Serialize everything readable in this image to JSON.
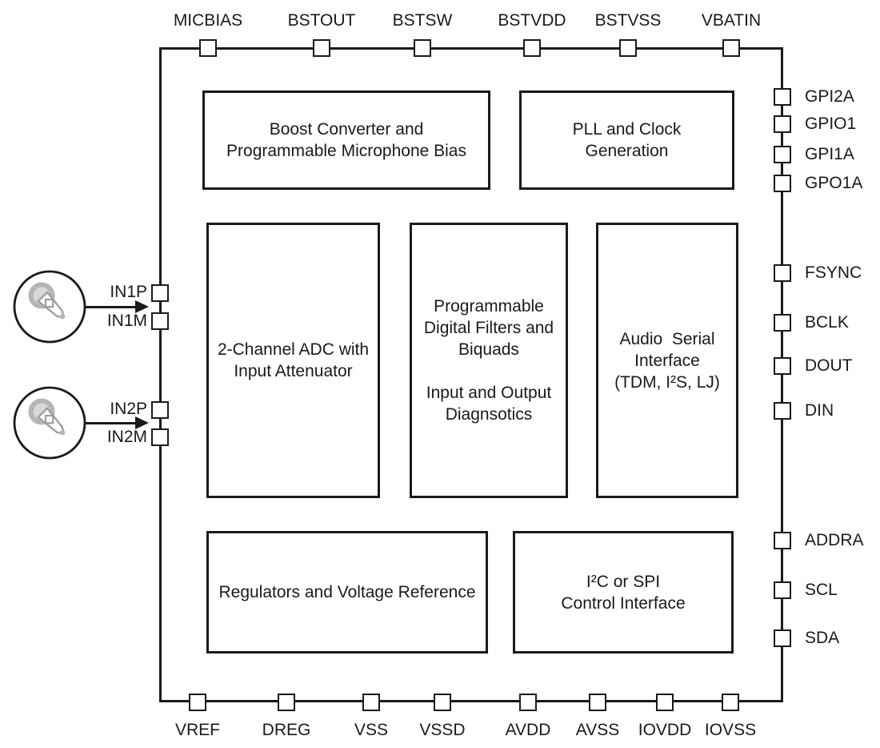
{
  "diagram_type": "functional-block-diagram",
  "pins_top": [
    "MICBIAS",
    "BSTOUT",
    "BSTSW",
    "BSTVDD",
    "BSTVSS",
    "VBATIN"
  ],
  "pins_right": [
    "GPI2A",
    "GPIO1",
    "GPI1A",
    "GPO1A",
    "FSYNC",
    "BCLK",
    "DOUT",
    "DIN",
    "ADDRA",
    "SCL",
    "SDA"
  ],
  "pins_bottom": [
    "VREF",
    "DREG",
    "VSS",
    "VSSD",
    "AVDD",
    "AVSS",
    "IOVDD",
    "IOVSS"
  ],
  "pins_left": [
    "IN1P",
    "IN1M",
    "IN2P",
    "IN2M"
  ],
  "blocks": {
    "boost": {
      "lines": [
        "Boost Converter and",
        "Programmable Microphone Bias"
      ]
    },
    "pll": {
      "lines": [
        "PLL and Clock",
        "Generation"
      ]
    },
    "adc": {
      "lines": [
        "2-Channel ADC with",
        "Input Attenuator"
      ]
    },
    "filters": {
      "lines": [
        "Programmable",
        "Digital Filters and",
        "Biquads",
        "",
        "Input and Output",
        "Diagnsotics"
      ]
    },
    "audio": {
      "lines": [
        "Audio  Serial",
        "Interface",
        "(TDM, I²S, LJ)"
      ]
    },
    "regulators": {
      "lines": [
        "Regulators and Voltage Reference"
      ]
    },
    "control": {
      "lines": [
        "I²C or SPI",
        "Control Interface"
      ]
    }
  },
  "icons": {
    "input1": "microphone-icon",
    "input2": "microphone-icon"
  },
  "colors": {
    "line": "#1a1a1a",
    "text": "#1a1a1a",
    "background": "#ffffff",
    "mic_ring": "#b5b5b5",
    "mic_fill": "#d8d8d8",
    "mic_outline": "#9e9e9e"
  }
}
